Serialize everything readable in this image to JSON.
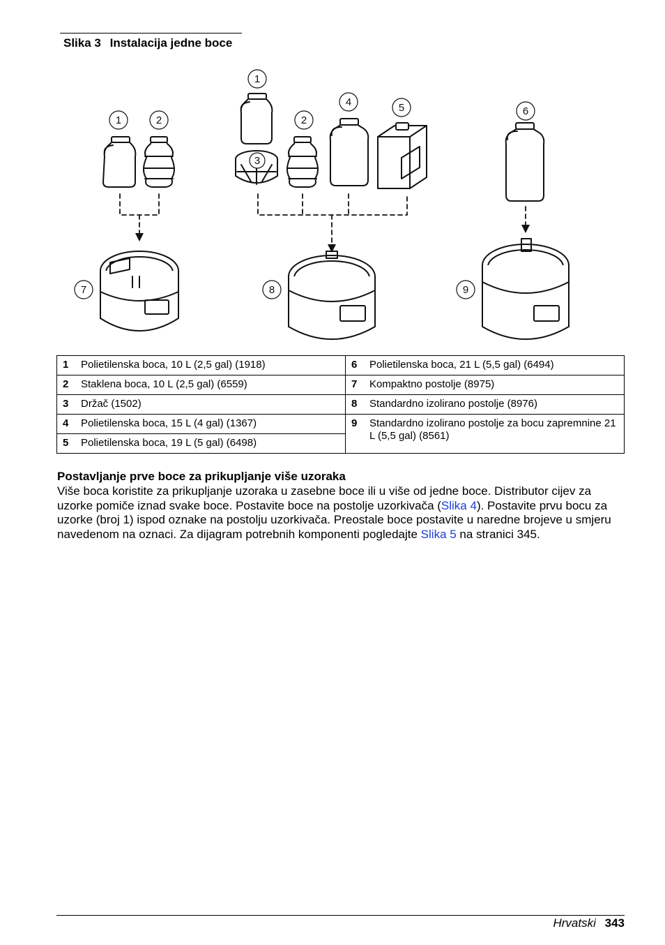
{
  "figure": {
    "number": "Slika 3",
    "title": "Instalacija jedne boce",
    "callouts": [
      "1",
      "2",
      "1",
      "3",
      "2",
      "4",
      "5",
      "6",
      "7",
      "8",
      "9"
    ]
  },
  "legend": {
    "rows": [
      {
        "left_num": "1",
        "left_text": "Polietilenska boca, 10 L (2,5 gal) (1918)",
        "right_num": "6",
        "right_text": "Polietilenska boca, 21 L (5,5 gal) (6494)"
      },
      {
        "left_num": "2",
        "left_text": "Staklena boca, 10 L (2,5 gal) (6559)",
        "right_num": "7",
        "right_text": "Kompaktno postolje (8975)"
      },
      {
        "left_num": "3",
        "left_text": "Držač (1502)",
        "right_num": "8",
        "right_text": "Standardno izolirano postolje (8976)"
      },
      {
        "left_num": "4",
        "left_text": "Polietilenska boca, 15 L (4 gal) (1367)",
        "right_num": "9",
        "right_text": "Standardno izolirano postolje za bocu zapremnine 21 L (5,5 gal) (8561)"
      },
      {
        "left_num": "5",
        "left_text": "Polietilenska boca, 19 L (5 gal) (6498)"
      }
    ]
  },
  "section": {
    "title": "Postavljanje prve boce za prikupljanje više uzoraka",
    "p1": "Više boca koristite za prikupljanje uzoraka u zasebne boce ili u više od jedne boce. Distributor cijev za uzorke pomiče iznad svake boce. Postavite boce na postolje uzorkivača (",
    "link1": "Slika 4",
    "p2": "). Postavite prvu bocu za uzorke (broj 1) ispod oznake na postolju uzorkivača. Preostale boce postavite u naredne brojeve u smjeru navedenom na oznaci. Za dijagram potrebnih komponenti pogledajte ",
    "link2": "Slika 5",
    "p3": " na stranici 345."
  },
  "footer": {
    "language": "Hrvatski",
    "page": "343"
  }
}
